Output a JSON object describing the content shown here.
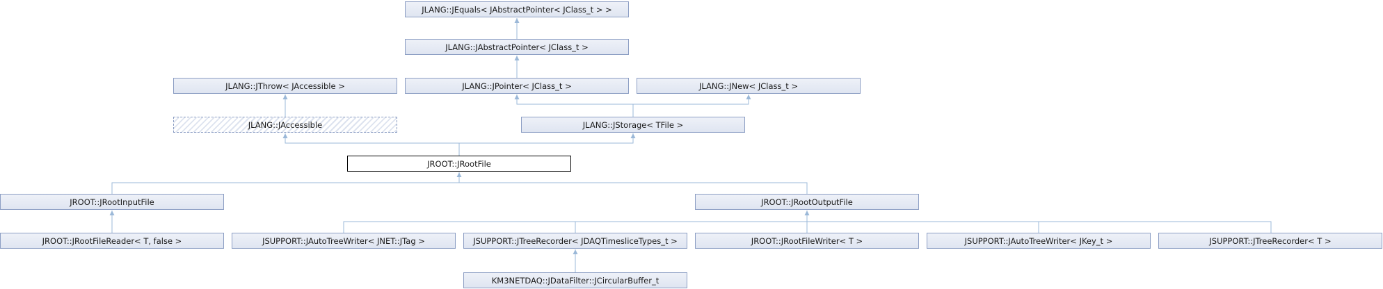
{
  "diagram": {
    "nodes": {
      "jequals": "JLANG::JEquals< JAbstractPointer< JClass_t > >",
      "jabstractpointer": "JLANG::JAbstractPointer< JClass_t >",
      "jthrow": "JLANG::JThrow< JAccessible >",
      "jpointer": "JLANG::JPointer< JClass_t >",
      "jnew": "JLANG::JNew< JClass_t >",
      "jaccessible": "JLANG::JAccessible",
      "jstorage": "JLANG::JStorage< TFile >",
      "jrootfile": "JROOT::JRootFile",
      "jrootinputfile": "JROOT::JRootInputFile",
      "jrootoutputfile": "JROOT::JRootOutputFile",
      "jrootfilereader": "JROOT::JRootFileReader< T, false >",
      "jautotreewriter_jtag": "JSUPPORT::JAutoTreeWriter< JNET::JTag >",
      "jtreerecorder_jdaq": "JSUPPORT::JTreeRecorder< JDAQTimesliceTypes_t >",
      "jrootfilewriter": "JROOT::JRootFileWriter< T >",
      "jautotreewriter_jkey": "JSUPPORT::JAutoTreeWriter< JKey_t >",
      "jtreerecorder_t": "JSUPPORT::JTreeRecorder< T >",
      "jcircularbuffer": "KM3NETDAQ::JDataFilter::JCircularBuffer_t"
    },
    "colors": {
      "edge": "#9bb8d8",
      "node_border": "#8b9dc3",
      "node_fill": "#e4e9f4",
      "current_border": "#000000"
    }
  }
}
